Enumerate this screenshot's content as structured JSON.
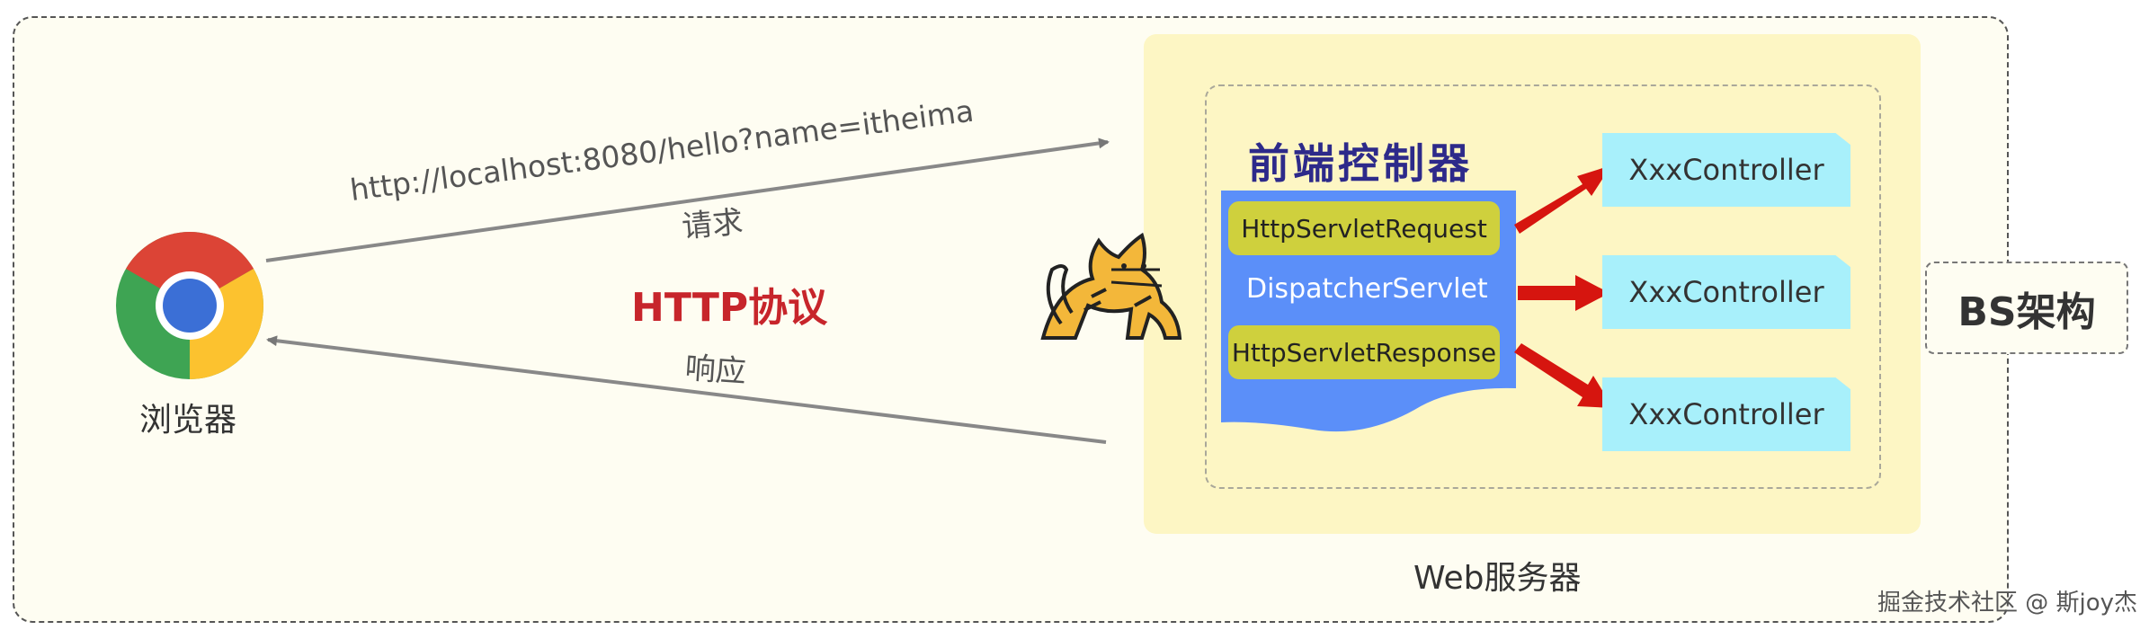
{
  "diagram": {
    "browser_label": "浏览器",
    "url_text": "http://localhost:8080/hello?name=itheima",
    "request_label": "请求",
    "response_label": "响应",
    "protocol_label": "HTTP协议",
    "front_controller_title": "前端控制器",
    "http_servlet_request": "HttpServletRequest",
    "dispatcher_servlet": "DispatcherServlet",
    "http_servlet_response": "HttpServletResponse",
    "controllers": [
      "XxxController",
      "XxxController",
      "XxxController"
    ],
    "web_server_label": "Web服务器",
    "architecture_label": "BS架构",
    "watermark": "掘金技术社区 @ 斯joy杰",
    "colors": {
      "protocol": "#c7252b",
      "servlet_panel": "#5b8ff9",
      "pill": "#cfd03d",
      "controller": "#a8f0fb",
      "arrow_red": "#d6150f",
      "server_bg": "#fdf6c4"
    }
  }
}
